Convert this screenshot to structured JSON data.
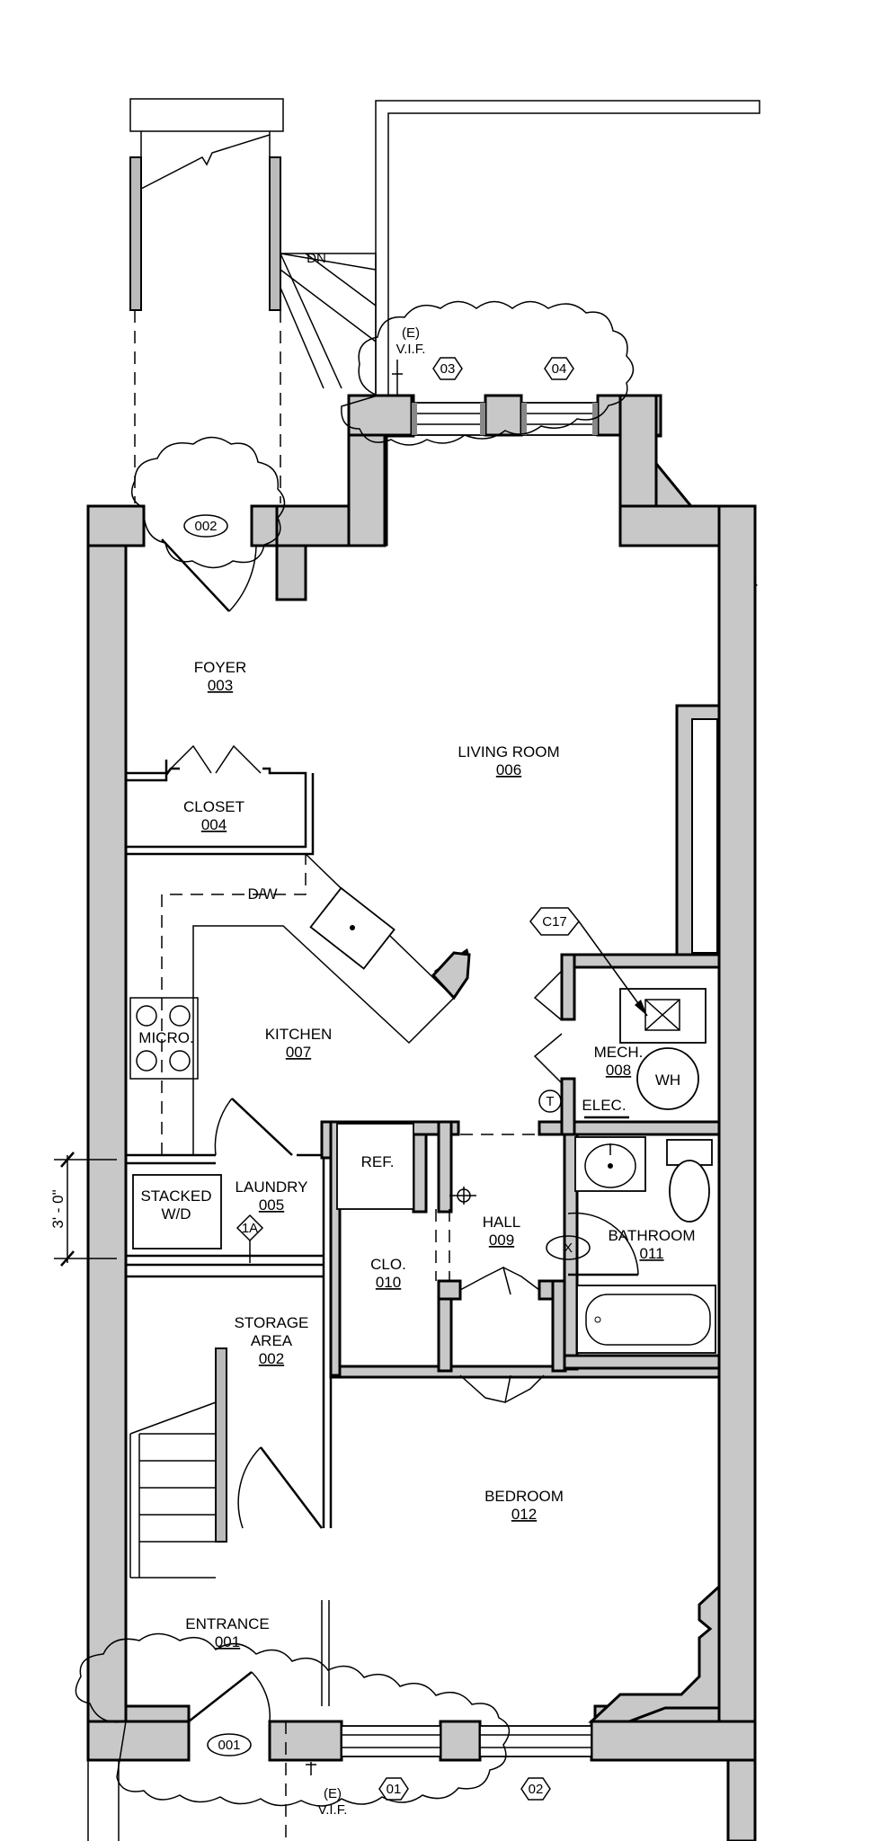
{
  "rooms": {
    "foyer": {
      "name": "FOYER",
      "number": "003"
    },
    "closet": {
      "name": "CLOSET",
      "number": "004"
    },
    "living": {
      "name": "LIVING ROOM",
      "number": "006"
    },
    "kitchen": {
      "name": "KITCHEN",
      "number": "007"
    },
    "mech": {
      "name": "MECH.",
      "number": "008"
    },
    "laundry": {
      "name": "LAUNDRY",
      "number": "005"
    },
    "hall": {
      "name": "HALL",
      "number": "009"
    },
    "clo": {
      "name": "CLO.",
      "number": "010"
    },
    "bathroom": {
      "name": "BATHROOM",
      "number": "011"
    },
    "storage": {
      "name_line1": "STORAGE",
      "name_line2": "AREA",
      "number": "002"
    },
    "bedroom": {
      "name": "BEDROOM",
      "number": "012"
    },
    "entrance": {
      "name": "ENTRANCE",
      "number": "001"
    }
  },
  "labels": {
    "dn": "DN",
    "dw": "D/W",
    "micro": "MICRO.",
    "ref": "REF.",
    "stacked_line1": "STACKED",
    "stacked_line2": "W/D",
    "elec": "ELEC.",
    "wh": "WH",
    "vif_top_e": "(E)",
    "vif_top": "V.I.F.",
    "vif_bottom_e": "(E)",
    "vif_bottom": "V.I.F.",
    "dimension": "3' - 0\"",
    "thermostat": "T"
  },
  "tags": {
    "door_002": "002",
    "door_001": "001",
    "window_03": "03",
    "window_04": "04",
    "window_01": "01",
    "window_02": "02",
    "c17": "C17",
    "x": "X",
    "laundry_1a": "1A"
  }
}
